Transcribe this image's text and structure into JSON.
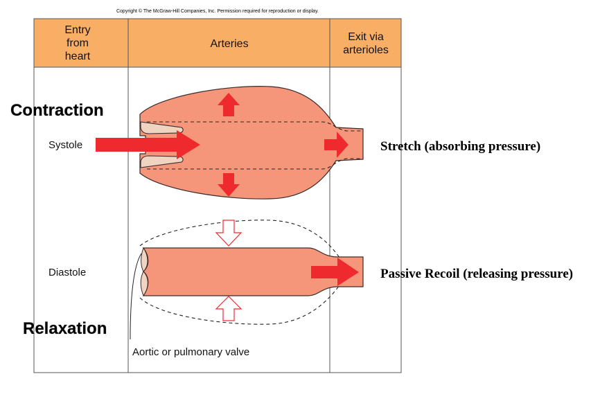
{
  "copyright": "Copyright © The McGraw-Hill Companies, Inc. Permission required for reproduction or display.",
  "headers": {
    "entry": [
      "Entry",
      "from",
      "heart"
    ],
    "arteries": "Arteries",
    "exit": [
      "Exit via",
      "arterioles"
    ]
  },
  "labels": {
    "systole": "Systole",
    "diastole": "Diastole",
    "valve": "Aortic or pulmonary valve"
  },
  "annotations": {
    "contraction": "Contraction",
    "relaxation": "Relaxation",
    "stretch": "Stretch (absorbing pressure)",
    "recoil": "Passive Recoil (releasing pressure)"
  },
  "colors": {
    "header_fill": "#f9ae66",
    "vessel_fill": "#f5957a",
    "arrow_red": "#ee2a2f",
    "valve_fill": "#efd4c2"
  }
}
